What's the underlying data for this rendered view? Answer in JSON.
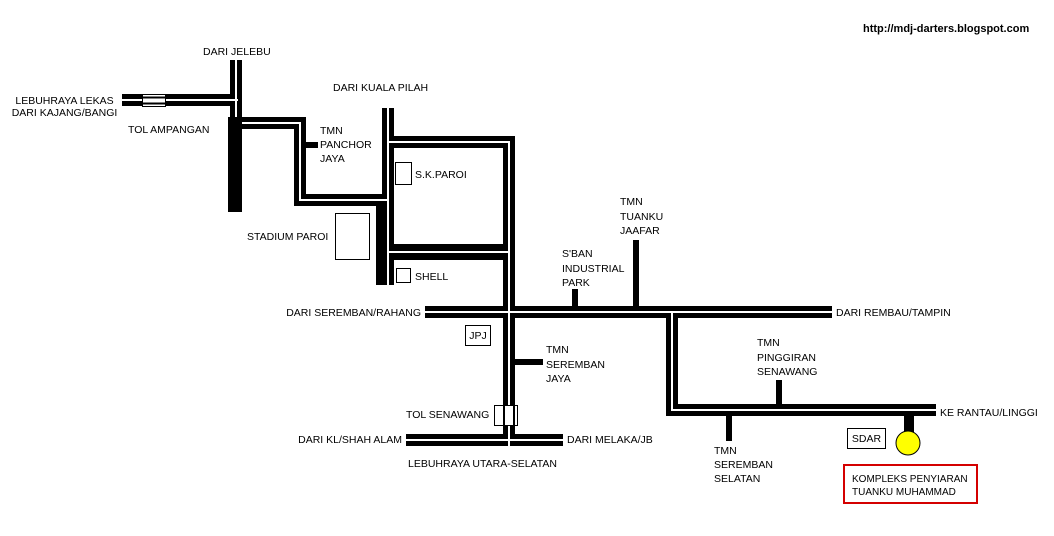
{
  "header": {
    "url": "http://mdj-darters.blogspot.com"
  },
  "colors": {
    "background": "#ffffff",
    "road": "#000000",
    "road_centerline": "#ffffff",
    "destination_marker": "#ffff00",
    "destination_box_border": "#d40000"
  },
  "roads": {
    "lebuhraya_lekas": [
      "LEBUHRAYA LEKAS",
      "DARI KAJANG/BANGI"
    ],
    "dari_jelebu": "DARI JELEBU",
    "dari_kuala_pilah": "DARI KUALA PILAH",
    "dari_seremban_rahang": "DARI SEREMBAN/RAHANG",
    "dari_rembau_tampin": "DARI REMBAU/TAMPIN",
    "dari_kl_shah_alam": "DARI KL/SHAH ALAM",
    "dari_melaka_jb": "DARI MELAKA/JB",
    "lebuhraya_utara_selatan": "LEBUHRAYA UTARA-SELATAN",
    "ke_rantau_linggi": "KE RANTAU/LINGGI"
  },
  "tolls": {
    "ampangan": "TOL AMPANGAN",
    "senawang": "TOL SENAWANG"
  },
  "areas": {
    "tmn_panchor_jaya": [
      "TMN",
      "PANCHOR",
      "JAYA"
    ],
    "tmn_tuanku_jaafar": [
      "TMN",
      "TUANKU",
      "JAAFAR"
    ],
    "sban_industrial_park": [
      "S'BAN",
      "INDUSTRIAL",
      "PARK"
    ],
    "tmn_seremban_jaya": [
      "TMN",
      "SEREMBAN",
      "JAYA"
    ],
    "tmn_pinggiran_senawang": [
      "TMN",
      "PINGGIRAN",
      "SENAWANG"
    ],
    "tmn_seremban_selatan": [
      "TMN",
      "SEREMBAN",
      "SELATAN"
    ]
  },
  "landmarks": {
    "sk_paroi": "S.K.PAROI",
    "stadium_paroi": "STADIUM PAROI",
    "shell": "SHELL",
    "jpj": "JPJ",
    "sdar": "SDAR"
  },
  "destination": {
    "lines": [
      "KOMPLEKS PENYIARAN",
      "TUANKU MUHAMMAD"
    ]
  }
}
